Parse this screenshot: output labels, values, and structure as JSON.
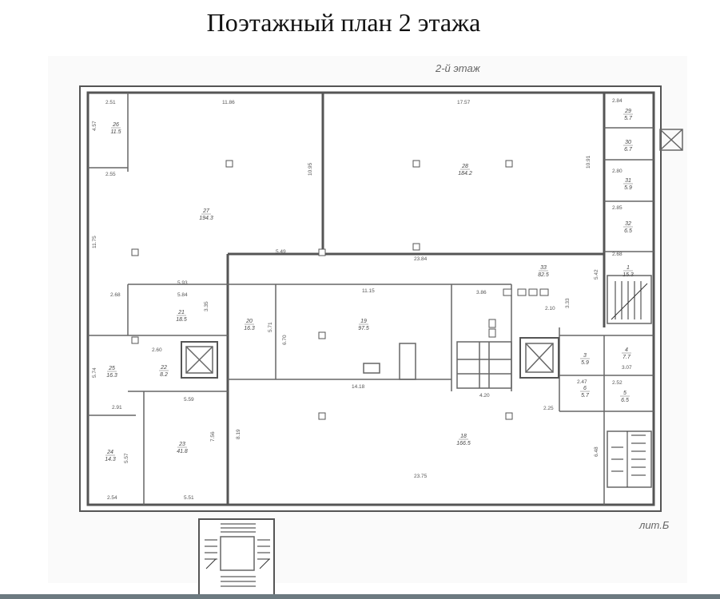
{
  "title": "Поэтажный план 2 этажа",
  "plan": {
    "floor_label": "2-й этаж",
    "lit_label": "лит.Б",
    "dimensions": [
      "11.86",
      "17.57",
      "10.95",
      "23.84",
      "14.18",
      "23.75",
      "5.49",
      "5.93",
      "5.84",
      "11.15",
      "5.59",
      "5.51",
      "2.51",
      "2.55",
      "2.68",
      "2.60",
      "2.91",
      "2.54",
      "2.84",
      "2.80",
      "2.85",
      "2.68",
      "2.10",
      "2.25",
      "3.86",
      "4.20",
      "3.07",
      "2.52",
      "2.47",
      "11.75",
      "10.91",
      "8.19",
      "7.56",
      "5.57",
      "5.74",
      "4.57",
      "3.35",
      "6.70",
      "5.71",
      "6.48",
      "5.42",
      "3.33"
    ],
    "room_labels": [
      {
        "n": "26",
        "a": "11.5"
      },
      {
        "n": "27",
        "a": "194.3"
      },
      {
        "n": "28",
        "a": "184.2"
      },
      {
        "n": "33",
        "a": "82.5"
      },
      {
        "n": "21",
        "a": "18.5"
      },
      {
        "n": "20",
        "a": "16.3"
      },
      {
        "n": "19",
        "a": "97.5"
      },
      {
        "n": "25",
        "a": "16.3"
      },
      {
        "n": "22",
        "a": "8.2"
      },
      {
        "n": "24",
        "a": "14.3"
      },
      {
        "n": "23",
        "a": "41.8"
      },
      {
        "n": "18",
        "a": "166.5"
      },
      {
        "n": "29",
        "a": "5.7"
      },
      {
        "n": "30",
        "a": "6.7"
      },
      {
        "n": "31",
        "a": "5.9"
      },
      {
        "n": "32",
        "a": "6.5"
      },
      {
        "n": "1",
        "a": "15.3"
      },
      {
        "n": "4",
        "a": "7.7"
      },
      {
        "n": "5",
        "a": "6.5"
      },
      {
        "n": "6",
        "a": "5.7"
      },
      {
        "n": "3",
        "a": "5.9"
      }
    ]
  }
}
